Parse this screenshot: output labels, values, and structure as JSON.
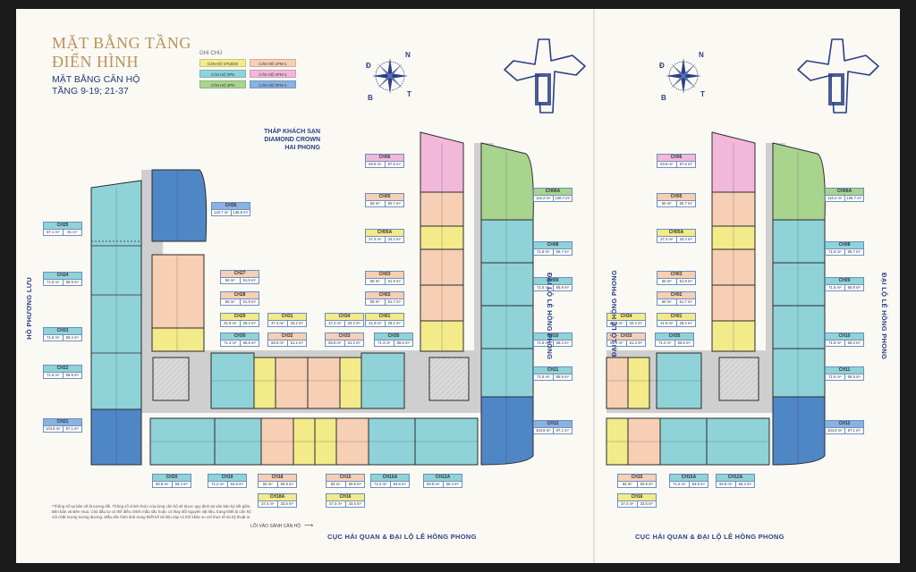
{
  "title_line1": "MẶT BẰNG TẦNG",
  "title_line2": "ĐIỂN HÌNH",
  "subtitle_line1": "MẶT BẰNG CĂN HỘ",
  "subtitle_line2": "TẦNG 9-19; 21-37",
  "legend": {
    "title": "GHI CHÚ",
    "items": [
      {
        "label": "CĂN HỘ STUDIO",
        "color": "#f3ea8a"
      },
      {
        "label": "CĂN HỘ 1PN+1",
        "color": "#f6cfb4"
      },
      {
        "label": "CĂN HỘ 2PN",
        "color": "#8fd3d9"
      },
      {
        "label": "CĂN HỘ 2PN+1",
        "color": "#f2b8da"
      },
      {
        "label": "CĂN HỘ 3PN",
        "color": "#a8d48e"
      },
      {
        "label": "CĂN HỘ 3PN+1",
        "color": "#8ab2e0"
      }
    ]
  },
  "compass": {
    "n": "N",
    "d": "Đ",
    "b": "B",
    "t": "T"
  },
  "hotel_label": [
    "THÁP KHÁCH SẠN",
    "DIAMOND CROWN",
    "HAI PHONG"
  ],
  "streets": {
    "left": "HỒ PHƯƠNG LƯU",
    "right": "ĐẠI LỘ LÊ HỒNG PHONG",
    "bottom": "CỤC HẢI QUAN & ĐẠI LỘ LÊ HỒNG PHONG"
  },
  "entry_label": "LỐI VÀO SẢNH CĂN HỘ",
  "note": "*Thông số tại bản vẽ là tương đối. Thông số chính thức của từng căn hộ sẽ được quy định tại văn bản ký kết giữa Bên bán và Bên mua. Chủ đầu tư có thể điều chỉnh mẫu sắc hoặc có thay đổi nguyên vật liệu, trang thiết bị căn hộ với chất lượng tương đương. Mẫu sắc hình ảnh trong thiết kế tài liệu này có thể khác so với thực tế do kỹ thuật in.",
  "units_left": [
    {
      "name": "CH06",
      "a": "93.9 m²",
      "b": "87.6 m²",
      "c": "pink"
    },
    {
      "name": "CH05",
      "a": "56 m²",
      "b": "50.7 m²",
      "c": "peach"
    },
    {
      "name": "CH05A",
      "a": "37.4 m²",
      "b": "34.2 m²",
      "c": "yellow"
    },
    {
      "name": "CH03",
      "a": "56 m²",
      "b": "51.9 m²",
      "c": "peach"
    },
    {
      "name": "CH02",
      "a": "56 m²",
      "b": "51.7 m²",
      "c": "peach"
    },
    {
      "name": "CH01",
      "a": "31.9 m²",
      "b": "28.2 m²",
      "c": "yellow"
    },
    {
      "name": "CH06A",
      "a": "116.2 m²",
      "b": "108.7 m²",
      "c": "green"
    },
    {
      "name": "CH08",
      "a": "71.6 m²",
      "b": "65.7 m²",
      "c": "teal"
    },
    {
      "name": "CH09",
      "a": "71.6 m²",
      "b": "65.9 m²",
      "c": "teal"
    },
    {
      "name": "CH10",
      "a": "71.6 m²",
      "b": "66.4 m²",
      "c": "teal"
    },
    {
      "name": "CH11",
      "a": "71.6 m²",
      "b": "65.9 m²",
      "c": "teal"
    },
    {
      "name": "CH12",
      "a": "104.8 m²",
      "b": "97.1 m²",
      "c": "blue"
    },
    {
      "name": "CH26",
      "a": "143.7 m²",
      "b": "136.8 m²",
      "c": "blue"
    },
    {
      "name": "CH25",
      "a": "87.1 m²",
      "b": "81 m²",
      "c": "teal"
    },
    {
      "name": "CH24",
      "a": "71.6 m²",
      "b": "65.9 m²",
      "c": "teal"
    },
    {
      "name": "CH23",
      "a": "71.6 m²",
      "b": "66.4 m²",
      "c": "teal"
    },
    {
      "name": "CH22",
      "a": "71.6 m²",
      "b": "65.9 m²",
      "c": "teal"
    },
    {
      "name": "CH21",
      "a": "104.8 m²",
      "b": "97.1 m²",
      "c": "blue"
    },
    {
      "name": "CH27",
      "a": "56 m²",
      "b": "51.9 m²",
      "c": "peach"
    },
    {
      "name": "CH28",
      "a": "56 m²",
      "b": "51.8 m²",
      "c": "peach"
    },
    {
      "name": "CH29",
      "a": "31.9 m²",
      "b": "28.2 m²",
      "c": "yellow"
    },
    {
      "name": "CH30",
      "a": "71.3 m²",
      "b": "65.6 m²",
      "c": "teal"
    },
    {
      "name": "CH31",
      "a": "37.3 m²",
      "b": "33.2 m²",
      "c": "yellow"
    },
    {
      "name": "CH32",
      "a": "55.9 m²",
      "b": "51.2 m²",
      "c": "peach"
    },
    {
      "name": "CH34",
      "a": "37.3 m²",
      "b": "33.3 m²",
      "c": "yellow"
    },
    {
      "name": "CH33",
      "a": "55.9 m²",
      "b": "51.3 m²",
      "c": "peach"
    },
    {
      "name": "CH35",
      "a": "71.3 m²",
      "b": "65.6 m²",
      "c": "teal"
    },
    {
      "name": "CH20",
      "a": "60.8 m²",
      "b": "56.4 m²",
      "c": "teal"
    },
    {
      "name": "CH19",
      "a": "71.2 m²",
      "b": "64.8 m²",
      "c": "teal"
    },
    {
      "name": "CH18",
      "a": "56 m²",
      "b": "50.9 m²",
      "c": "peach"
    },
    {
      "name": "CH18A",
      "a": "37.4 m²",
      "b": "33.5 m²",
      "c": "yellow"
    },
    {
      "name": "CH15",
      "a": "56 m²",
      "b": "50.9 m²",
      "c": "peach"
    },
    {
      "name": "CH16",
      "a": "37.4 m²",
      "b": "33.5 m²",
      "c": "yellow"
    },
    {
      "name": "CH15A",
      "a": "71.2 m²",
      "b": "64.8 m²",
      "c": "teal"
    },
    {
      "name": "CH12A",
      "a": "60.8 m²",
      "b": "56.4 m²",
      "c": "teal"
    }
  ],
  "units_right": [
    {
      "name": "CH06",
      "a": "93.9 m²",
      "b": "87.6 m²",
      "c": "pink"
    },
    {
      "name": "CH05",
      "a": "56 m²",
      "b": "50.7 m²",
      "c": "peach"
    },
    {
      "name": "CH05A",
      "a": "37.4 m²",
      "b": "34.2 m²",
      "c": "yellow"
    },
    {
      "name": "CH03",
      "a": "56 m²",
      "b": "51.9 m²",
      "c": "peach"
    },
    {
      "name": "CH02",
      "a": "56 m²",
      "b": "51.7 m²",
      "c": "peach"
    },
    {
      "name": "CH01",
      "a": "31.9 m²",
      "b": "28.2 m²",
      "c": "yellow"
    },
    {
      "name": "CH34",
      "a": "37.3 m²",
      "b": "33.3 m²",
      "c": "yellow"
    },
    {
      "name": "CH33",
      "a": "55.9 m²",
      "b": "51.3 m²",
      "c": "peach"
    },
    {
      "name": "CH35",
      "a": "71.3 m²",
      "b": "65.6 m²",
      "c": "teal"
    },
    {
      "name": "CH06A",
      "a": "116.2 m²",
      "b": "108.7 m²",
      "c": "green"
    },
    {
      "name": "CH08",
      "a": "71.6 m²",
      "b": "65.7 m²",
      "c": "teal"
    },
    {
      "name": "CH09",
      "a": "71.6 m²",
      "b": "65.9 m²",
      "c": "teal"
    },
    {
      "name": "CH10",
      "a": "71.6 m²",
      "b": "66.4 m²",
      "c": "teal"
    },
    {
      "name": "CH11",
      "a": "71.6 m²",
      "b": "65.9 m²",
      "c": "teal"
    },
    {
      "name": "CH12",
      "a": "104.8 m²",
      "b": "97.1 m²",
      "c": "blue"
    },
    {
      "name": "CH15",
      "a": "56 m²",
      "b": "50.9 m²",
      "c": "peach"
    },
    {
      "name": "CH16",
      "a": "37.4 m²",
      "b": "33.5 m²",
      "c": "yellow"
    },
    {
      "name": "CH15A",
      "a": "71.2 m²",
      "b": "64.8 m²",
      "c": "teal"
    },
    {
      "name": "CH12A",
      "a": "60.8 m²",
      "b": "56.4 m²",
      "c": "teal"
    }
  ]
}
